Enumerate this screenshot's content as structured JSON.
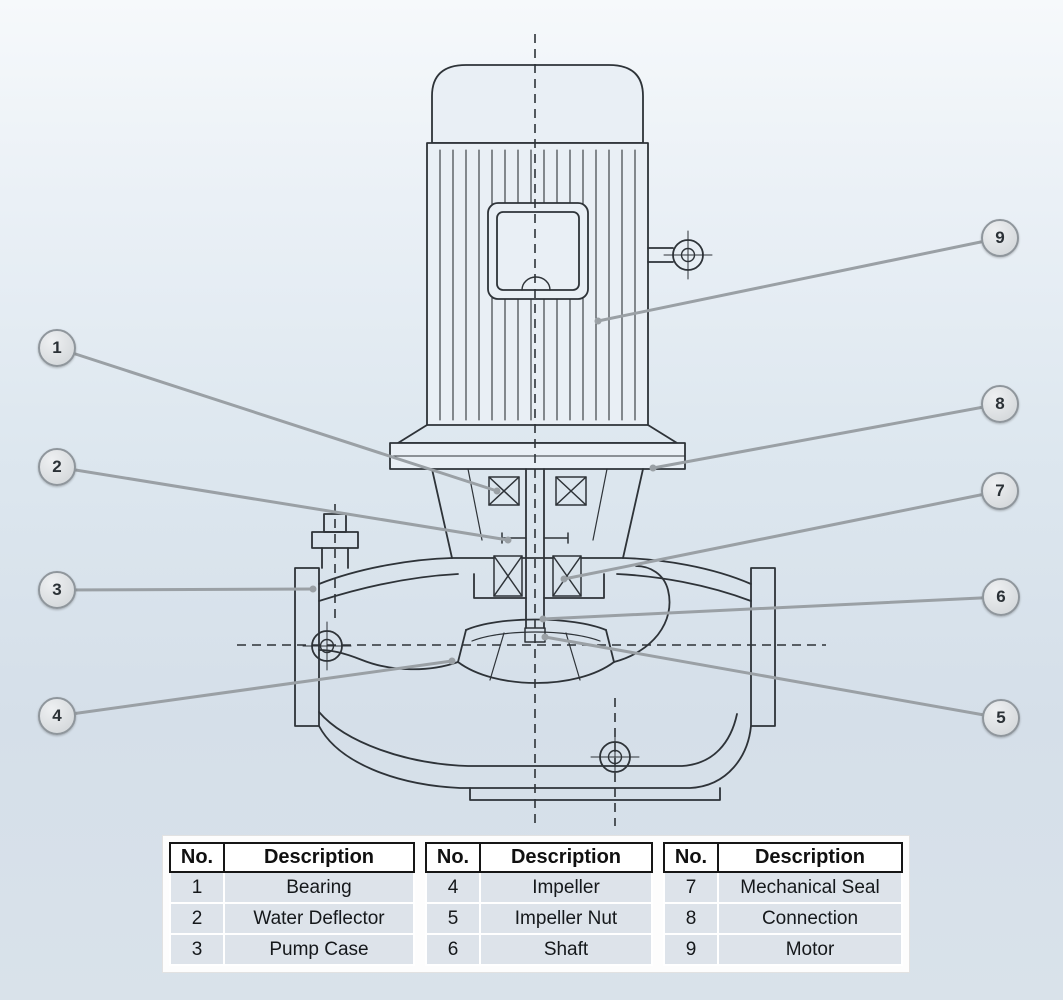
{
  "callouts": [
    {
      "label": "1"
    },
    {
      "label": "2"
    },
    {
      "label": "3"
    },
    {
      "label": "4"
    },
    {
      "label": "5"
    },
    {
      "label": "6"
    },
    {
      "label": "7"
    },
    {
      "label": "8"
    },
    {
      "label": "9"
    }
  ],
  "tables": [
    {
      "headers": {
        "no": "No.",
        "description": "Description"
      },
      "rows": [
        {
          "no": "1",
          "description": "Bearing"
        },
        {
          "no": "2",
          "description": "Water Deflector"
        },
        {
          "no": "3",
          "description": "Pump Case"
        }
      ]
    },
    {
      "headers": {
        "no": "No.",
        "description": "Description"
      },
      "rows": [
        {
          "no": "4",
          "description": "Impeller"
        },
        {
          "no": "5",
          "description": "Impeller Nut"
        },
        {
          "no": "6",
          "description": "Shaft"
        }
      ]
    },
    {
      "headers": {
        "no": "No.",
        "description": "Description"
      },
      "rows": [
        {
          "no": "7",
          "description": "Mechanical Seal"
        },
        {
          "no": "8",
          "description": "Connection"
        },
        {
          "no": "9",
          "description": "Motor"
        }
      ]
    }
  ],
  "colors": {
    "drawing_line": "#2e3338",
    "leader_line": "#9aa0a5",
    "badge_fill": "#d9dde0",
    "badge_border": "#8f969c",
    "table_row_fill": "#dde3ea",
    "background_top": "#f6f9fb",
    "background_bottom": "#d9e2ea"
  }
}
